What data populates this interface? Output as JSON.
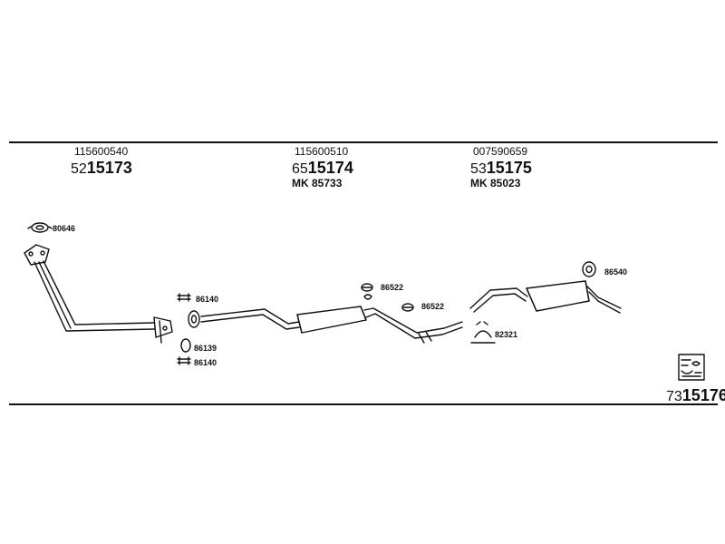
{
  "parts": {
    "front_pipe": {
      "part_no": "115600540",
      "code_prefix": "52",
      "code_main": "15173"
    },
    "middle_silencer": {
      "part_no": "115600510",
      "code_prefix": "65",
      "code_main": "15174",
      "mount_kit": "MK 85733"
    },
    "rear_silencer": {
      "part_no": "007590659",
      "code_prefix": "53",
      "code_main": "15175",
      "mount_kit": "MK 85023"
    },
    "kit": {
      "code_prefix": "73",
      "code_main": "15176"
    }
  },
  "callouts": {
    "c80646": "80646",
    "c86140a": "86140",
    "c86139": "86139",
    "c86140b": "86140",
    "c86522a": "86522",
    "c86522b": "86522",
    "c86540": "86540",
    "c82321": "82321"
  },
  "colors": {
    "ink": "#111111",
    "background": "#ffffff"
  }
}
